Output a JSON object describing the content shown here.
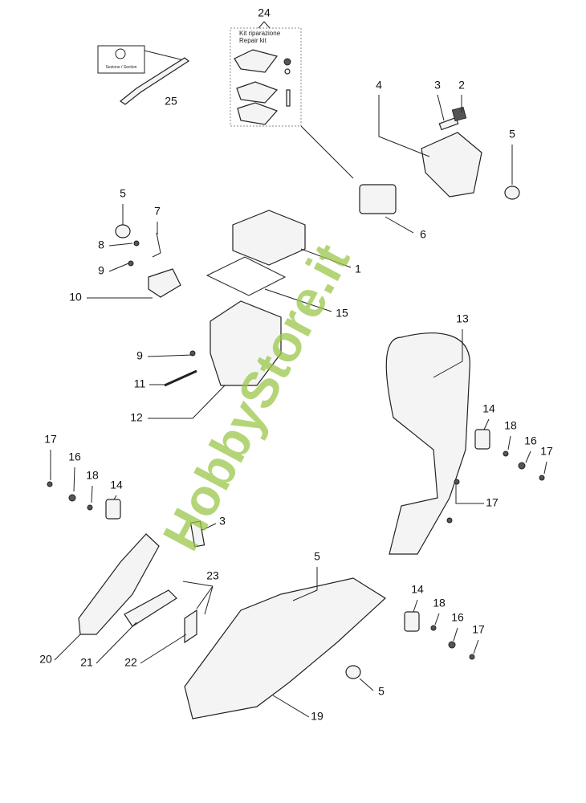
{
  "title": "Exploded parts diagram",
  "kit_box": {
    "number": "24",
    "line1": "Kit riparazione",
    "line2": "Repair kit"
  },
  "section_box": {
    "label": "Sezione / Section"
  },
  "watermark": "HobbyStore.it",
  "watermark_color": "#9bc84a",
  "labels": [
    {
      "id": "l25",
      "text": "25"
    },
    {
      "id": "l2",
      "text": "2"
    },
    {
      "id": "l3a",
      "text": "3"
    },
    {
      "id": "l4",
      "text": "4"
    },
    {
      "id": "l5a",
      "text": "5"
    },
    {
      "id": "l6",
      "text": "6"
    },
    {
      "id": "l5b",
      "text": "5"
    },
    {
      "id": "l7",
      "text": "7"
    },
    {
      "id": "l8",
      "text": "8"
    },
    {
      "id": "l9a",
      "text": "9"
    },
    {
      "id": "l10",
      "text": "10"
    },
    {
      "id": "l1",
      "text": "1"
    },
    {
      "id": "l15",
      "text": "15"
    },
    {
      "id": "l13",
      "text": "13"
    },
    {
      "id": "l9b",
      "text": "9"
    },
    {
      "id": "l11",
      "text": "11"
    },
    {
      "id": "l12",
      "text": "12"
    },
    {
      "id": "l14a",
      "text": "14"
    },
    {
      "id": "l18a",
      "text": "18"
    },
    {
      "id": "l16a",
      "text": "16"
    },
    {
      "id": "l17a",
      "text": "17"
    },
    {
      "id": "l17b",
      "text": "17"
    },
    {
      "id": "l16b",
      "text": "16"
    },
    {
      "id": "l18b",
      "text": "18"
    },
    {
      "id": "l14b",
      "text": "14"
    },
    {
      "id": "l3b",
      "text": "3"
    },
    {
      "id": "l17c",
      "text": "17"
    },
    {
      "id": "l23",
      "text": "23"
    },
    {
      "id": "l5c",
      "text": "5"
    },
    {
      "id": "l14c",
      "text": "14"
    },
    {
      "id": "l18c",
      "text": "18"
    },
    {
      "id": "l16c",
      "text": "16"
    },
    {
      "id": "l17d",
      "text": "17"
    },
    {
      "id": "l20",
      "text": "20"
    },
    {
      "id": "l21",
      "text": "21"
    },
    {
      "id": "l22",
      "text": "22"
    },
    {
      "id": "l5d",
      "text": "5"
    },
    {
      "id": "l19",
      "text": "19"
    }
  ]
}
